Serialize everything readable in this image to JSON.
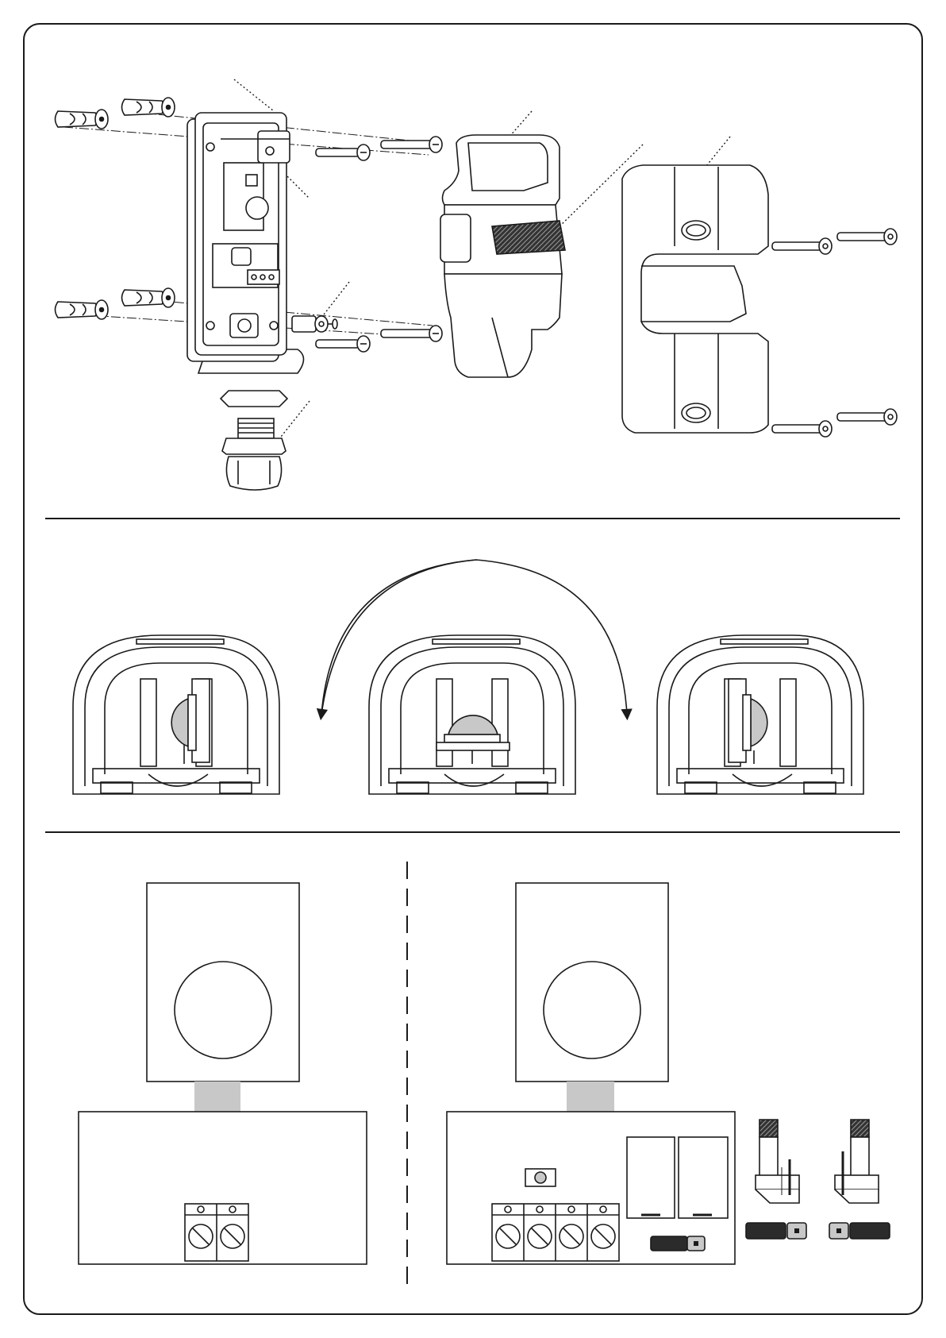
{
  "page": {
    "title": "",
    "ink_color": "#1a1a1a",
    "shade_color": "#c8c8c8",
    "dark_fill": "#2b2b2b"
  },
  "panels": [
    {
      "id": "exploded-assembly",
      "caption": ""
    },
    {
      "id": "rotation-positions",
      "caption": ""
    },
    {
      "id": "wiring-comparison",
      "caption": ""
    }
  ],
  "icons": [
    "wall-plug-icon",
    "screw-icon",
    "cable-gland-icon",
    "lens-circle-icon",
    "terminal-screw-icon",
    "jumper-icon",
    "rotation-arrow-icon"
  ]
}
